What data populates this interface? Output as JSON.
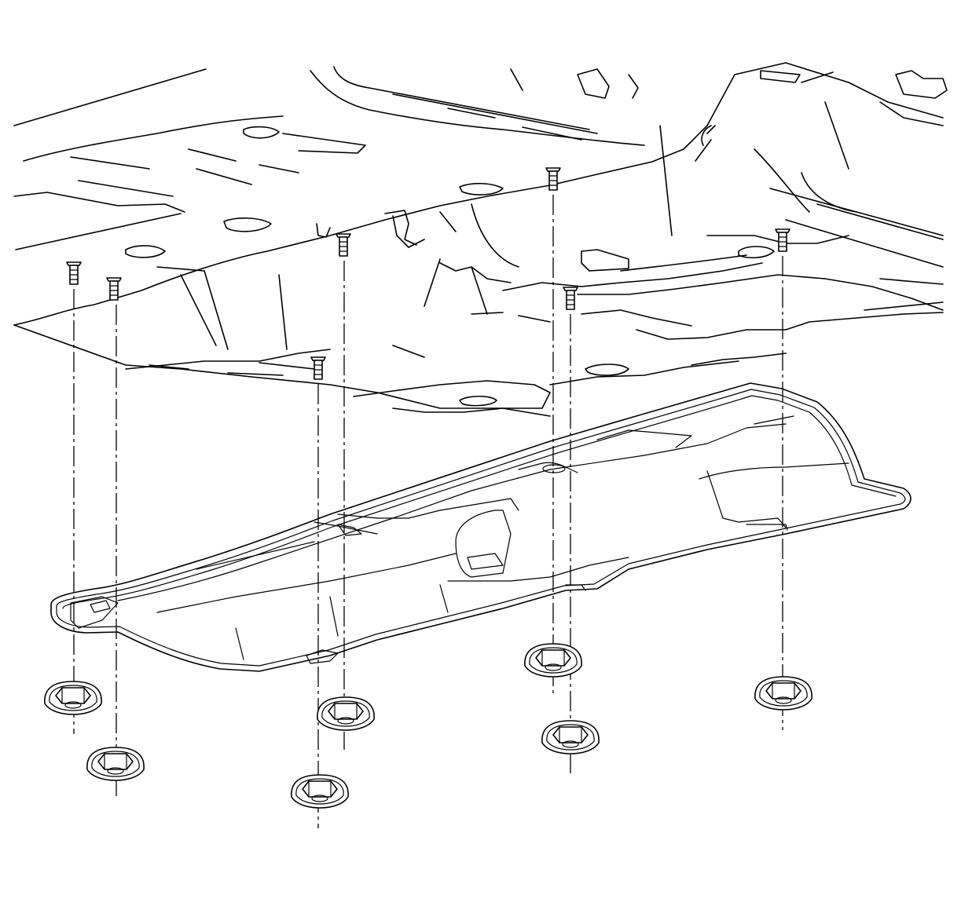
{
  "figure": {
    "description_visible_text": "",
    "colors": {
      "line": "#000000",
      "background": "#ffffff"
    },
    "parts": {
      "shield": "heat-shield",
      "studs": [
        "stud-1",
        "stud-2",
        "stud-3",
        "stud-4",
        "stud-5",
        "stud-6",
        "stud-7"
      ],
      "nuts": [
        "nut-1",
        "nut-2",
        "nut-3",
        "nut-4",
        "nut-5",
        "nut-6",
        "nut-7"
      ]
    }
  }
}
